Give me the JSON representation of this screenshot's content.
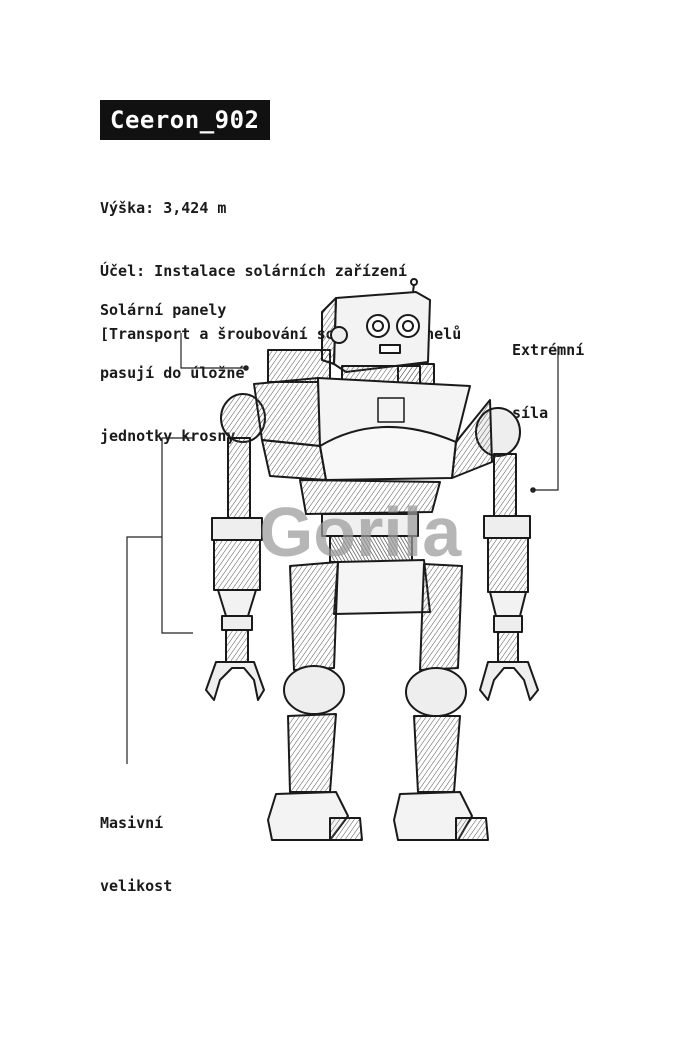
{
  "title": "Ceeron_902",
  "specs": {
    "height": "Výška: 3,424 m",
    "purpose": "Účel: Instalace solárních zařízení",
    "task": "[Transport a šroubování solárních panelů"
  },
  "callouts": {
    "panels": [
      "Solární panely",
      "pasují do úložné",
      "jednotky krosny"
    ],
    "force": [
      "Extrémní",
      "síla"
    ],
    "size": [
      "Masivní",
      "velikost"
    ]
  },
  "watermark": "Gorila",
  "colors": {
    "title_bg": "#111111",
    "title_fg": "#ffffff",
    "ink": "#1a1a1a",
    "watermark": "#9a9a9a"
  },
  "icons": {
    "robot": "robot-illustration"
  }
}
